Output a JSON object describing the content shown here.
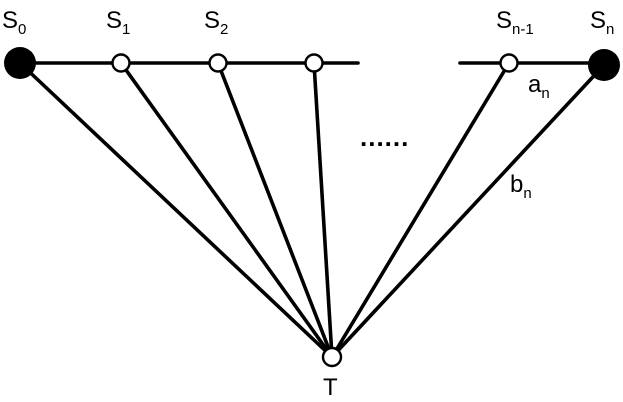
{
  "labels": {
    "s0": {
      "base": "S",
      "sub": "0"
    },
    "s1": {
      "base": "S",
      "sub": "1"
    },
    "s2": {
      "base": "S",
      "sub": "2"
    },
    "sn1": {
      "base": "S",
      "sub": "n-1"
    },
    "sn": {
      "base": "S",
      "sub": "n"
    },
    "an": {
      "base": "a",
      "sub": "n"
    },
    "bn": {
      "base": "b",
      "sub": "n"
    },
    "t": "T"
  },
  "ellipsis": "......",
  "colors": {
    "stroke": "#000000",
    "filled_node": "#000000",
    "open_node": "#ffffff"
  }
}
